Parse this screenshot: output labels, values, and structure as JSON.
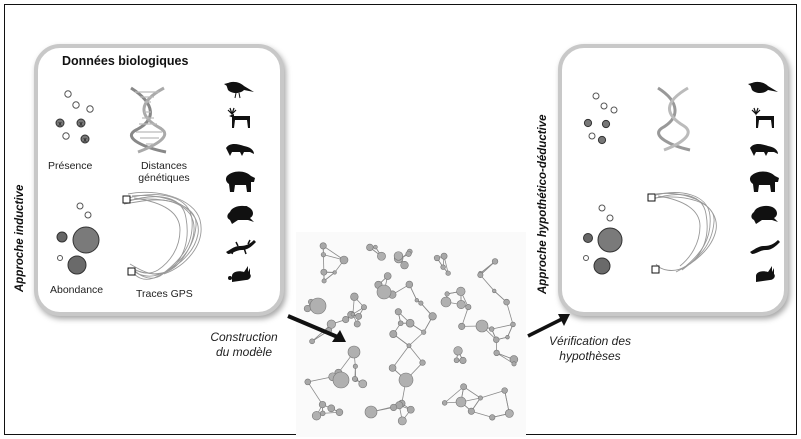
{
  "left_panel": {
    "title": "Données biologiques",
    "presence_label": "Présence",
    "distances_label_line1": "Distances",
    "distances_label_line2": "génétiques",
    "abundance_label": "Abondance",
    "gps_label": "Traces GPS"
  },
  "vertical_labels": {
    "inductive": "Approche inductive",
    "deductive": "Approche hypothético-déductive"
  },
  "captions": {
    "construction_line1": "Construction",
    "construction_line2": "du modèle",
    "verification_line1": "Vérification des",
    "verification_line2": "hypothèses"
  },
  "animals": [
    "bird-icon",
    "deer-icon",
    "mustelid-icon",
    "bear-icon",
    "frog-icon",
    "salamander-icon",
    "rabbit-icon"
  ]
}
